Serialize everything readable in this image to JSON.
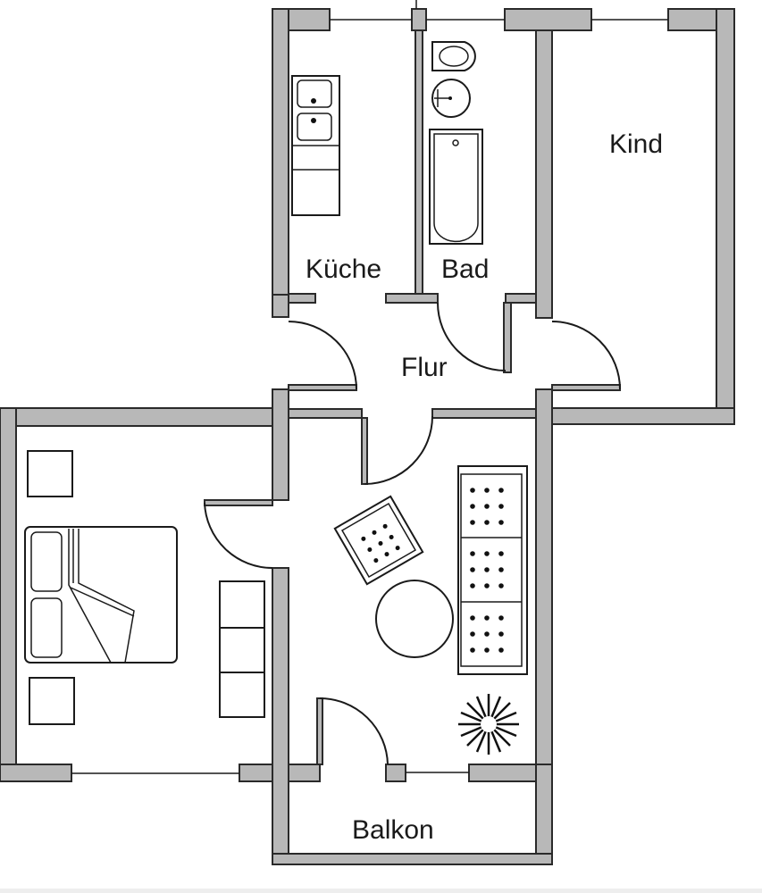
{
  "floor_plan": {
    "rooms": [
      {
        "id": "kueche",
        "label": "Küche"
      },
      {
        "id": "bad",
        "label": "Bad"
      },
      {
        "id": "kind",
        "label": "Kind"
      },
      {
        "id": "flur",
        "label": "Flur"
      },
      {
        "id": "balkon",
        "label": "Balkon"
      }
    ],
    "furniture": {
      "kueche": [
        "double-sink",
        "counter",
        "stove"
      ],
      "bad": [
        "toilet",
        "washbasin",
        "bathtub"
      ],
      "schlafzimmer": [
        "nightstand-top",
        "double-bed",
        "nightstand-bottom",
        "wardrobe"
      ],
      "wohnzimmer": [
        "armchair",
        "round-table",
        "sofa",
        "plant"
      ]
    },
    "colors": {
      "wall_fill": "#b8b8b8",
      "wall_stroke": "#2a2a2a",
      "line": "#1a1a1a",
      "background": "#ffffff"
    }
  }
}
